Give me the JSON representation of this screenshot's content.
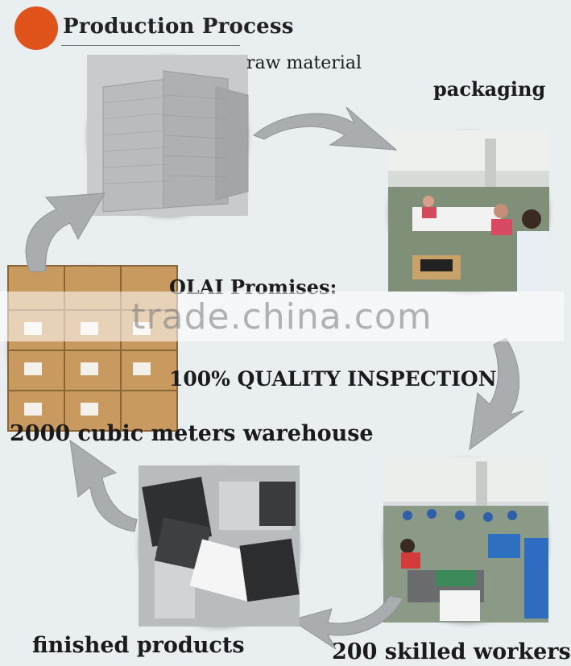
{
  "header": {
    "title": "Production Process"
  },
  "stages": {
    "raw_material": "raw material",
    "packaging": "packaging",
    "skilled_workers": "200 skilled workers",
    "finished_products": "finished products",
    "warehouse": "2000 cubic meters warehouse"
  },
  "promises": {
    "title": "OLAI Promises:",
    "quality": "100% QUALITY INSPECTION"
  },
  "watermark": "trade.china.com",
  "colors": {
    "accent_dot": "#e0541c",
    "arrow": "#a9adb0",
    "background": "#e9eef1"
  }
}
